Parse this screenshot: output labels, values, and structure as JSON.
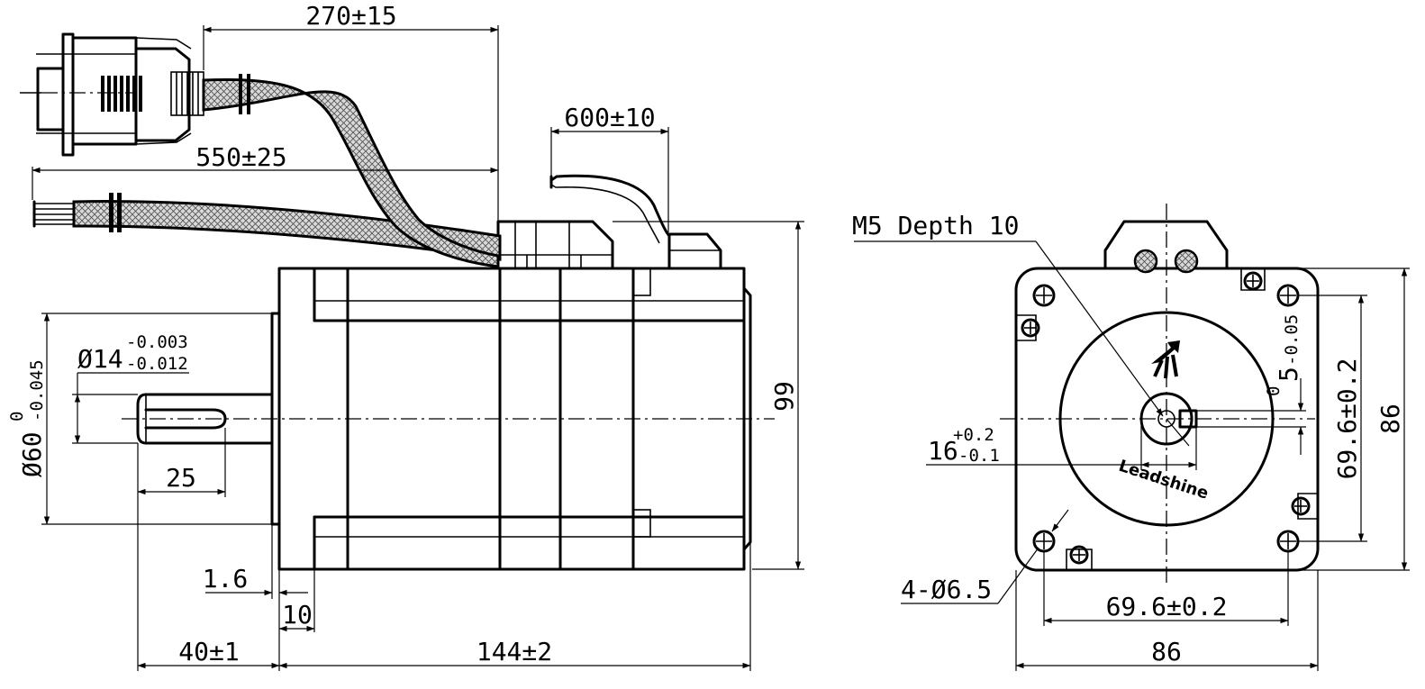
{
  "side_view": {
    "dims": {
      "connector_cable_length": "270±15",
      "encoder_cable_length": "550±25",
      "power_cable_length": "600±10",
      "flange_height": "99",
      "shaft_key_length": "25",
      "flange_thickness": "1.6",
      "flange_offset": "10",
      "shaft_length": "40±1",
      "body_length": "144±2"
    },
    "shaft": {
      "base": "Ø14",
      "tol_upper": "-0.003",
      "tol_lower": "-0.012"
    },
    "pilot": {
      "base": "Ø60",
      "tol_upper": "0",
      "tol_lower": "-0.045"
    }
  },
  "front_view": {
    "thread_note": "M5 Depth 10",
    "hole_note": "4-Ø6.5",
    "bolt_spacing_h": "69.6±0.2",
    "bolt_spacing_v": "69.6±0.2",
    "width": "86",
    "height": "86",
    "key": {
      "base": "5",
      "tol_upper": "0",
      "tol_lower": "-0.05"
    },
    "shaft_tip": {
      "base": "16",
      "tol_upper": "+0.2",
      "tol_lower": "-0.1"
    },
    "logo_text": "Leadshine"
  }
}
